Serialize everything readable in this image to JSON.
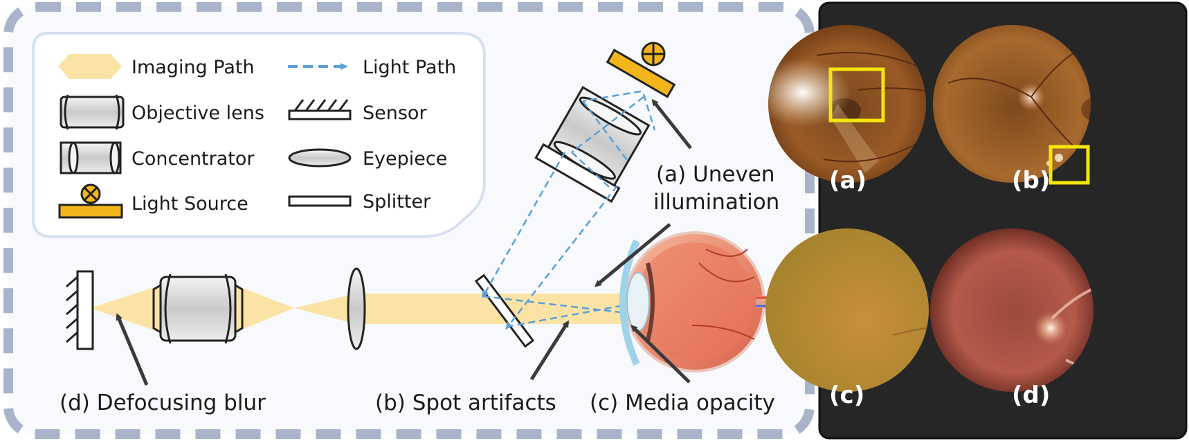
{
  "legend": {
    "imaging_path": "Imaging Path",
    "light_path": "Light Path",
    "objective_lens": "Objective lens",
    "sensor": "Sensor",
    "concentrator": "Concentrator",
    "eyepiece": "Eyepiece",
    "light_source": "Light Source",
    "splitter": "Splitter"
  },
  "annotations": {
    "uneven_line1": "(a)  Uneven",
    "uneven_line2": "illumination",
    "spot": "(b) Spot artifacts",
    "media": "(c) Media opacity",
    "defocus": "(d) Defocusing blur"
  },
  "panels": {
    "a": "(a)",
    "b": "(b)",
    "c": "(c)",
    "d": "(d)"
  },
  "colors": {
    "imaging_path": "#fbe3a6",
    "light_path": "#5a9fd8",
    "light_source": "#f2b51b",
    "highlight_box": "#f5e50a",
    "frame_dash": "#a9b4ca",
    "dark_panel": "#262626"
  }
}
